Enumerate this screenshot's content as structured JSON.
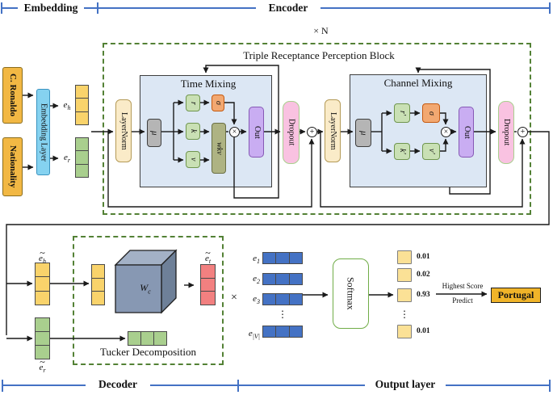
{
  "sections": {
    "embedding": "Embedding",
    "encoder": "Encoder",
    "decoder": "Decoder",
    "output_layer": "Output layer"
  },
  "embedding": {
    "entity": "C. Ronaldo",
    "relation": "Nationality",
    "layer": "Embedding Layer",
    "eh": {
      "base": "e",
      "sub": "h"
    },
    "er": {
      "base": "e",
      "sub": "r"
    }
  },
  "encoder": {
    "repeat": "× N",
    "block_title": "Triple Receptance Perception Block",
    "layernorm": "LayerNorm",
    "dropout": "Dropout",
    "add_symbol": "+",
    "mul_symbol": "×",
    "time_mixing": {
      "title": "Time Mixing",
      "mu": "μ",
      "r": "r",
      "sigma": "σ",
      "k": "k",
      "v": "v",
      "wkv": "wkv",
      "out": "Out"
    },
    "channel_mixing": {
      "title": "Channel Mixing",
      "mu": "μ",
      "r": "r′",
      "sigma": "σ",
      "k": "k′",
      "v": "v′",
      "out": "Out"
    }
  },
  "decoder": {
    "eh": {
      "tilde": "~",
      "base": "e",
      "sub": "h"
    },
    "er": {
      "tilde": "~",
      "base": "e",
      "sub": "r"
    },
    "et": {
      "tilde": "~",
      "base": "e",
      "sub": "t"
    },
    "core_tensor": {
      "base": "W",
      "sub": "c"
    },
    "tucker_label": "Tucker Decomposition",
    "times": "×"
  },
  "output": {
    "candidates": [
      {
        "base": "e",
        "sub": "1"
      },
      {
        "base": "e",
        "sub": "2"
      },
      {
        "base": "e",
        "sub": "3"
      },
      {
        "base": "e",
        "sub": "|V|"
      }
    ],
    "dots": "⋮",
    "softmax": "Softmax",
    "scores": [
      "0.01",
      "0.02",
      "0.93",
      "0.01"
    ],
    "predict_line1": "Highest Score",
    "predict_line2": "Predict",
    "prediction": "Portugal"
  },
  "colors": {
    "entity_fill": "#F2B844",
    "entity_border": "#8A6D1E",
    "embedding_layer_fill": "#85D2F0",
    "embedding_layer_border": "#3A93C0",
    "yellow_cell": "#F9D36B",
    "green_cell": "#A9CF8E",
    "red_cell": "#F28080",
    "blue_cell": "#4472C4",
    "score_cell": "#FBE196",
    "layernorm_fill": "#FAEBC8",
    "mu_fill": "#B5B5B5",
    "rkv_fill": "#C9E0B4",
    "sigma_fill": "#F2A871",
    "wkv_fill": "#AEB383",
    "out_fill": "#C9ADF2",
    "dropout_fill": "#F9C2E1",
    "dropout_border": "#A8D08D",
    "mixing_fill": "#DCE7F4",
    "dashed_green": "#538135",
    "bracket_blue": "#4472C4",
    "cube_front": "#8798B3",
    "cube_top": "#A3B1C6",
    "cube_side": "#6E8098",
    "softmax_border": "#70AD47"
  }
}
